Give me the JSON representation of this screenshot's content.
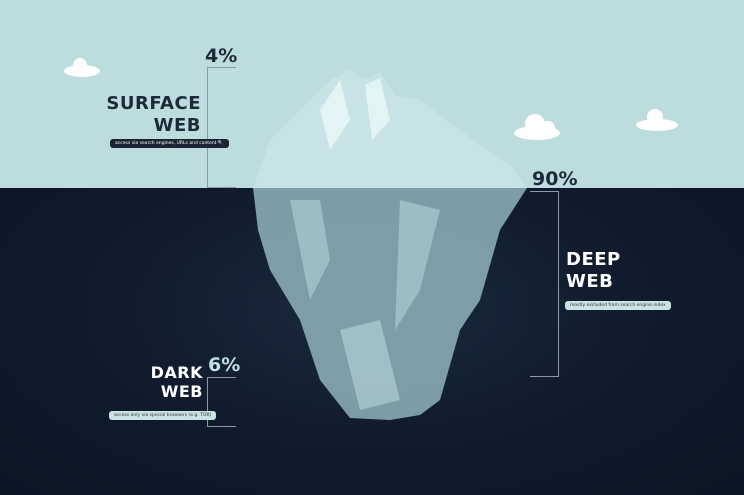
{
  "surface": {
    "percent": "4%",
    "title_line1": "SURFACE",
    "title_line2": "WEB",
    "description": "access via search engines, URLs and content",
    "icon": "search-icon"
  },
  "deep": {
    "percent": "90%",
    "title_line1": "DEEP",
    "title_line2": "WEB",
    "description": "mostly excluded from search engine index"
  },
  "dark": {
    "percent": "6%",
    "title_line1": "DARK",
    "title_line2": "WEB",
    "description": "access only via special browsers (e.g. TOR)"
  },
  "colors": {
    "sky": "#bcdcdd",
    "sea": "#0f1a2b",
    "ice": "#a9cfd3"
  }
}
